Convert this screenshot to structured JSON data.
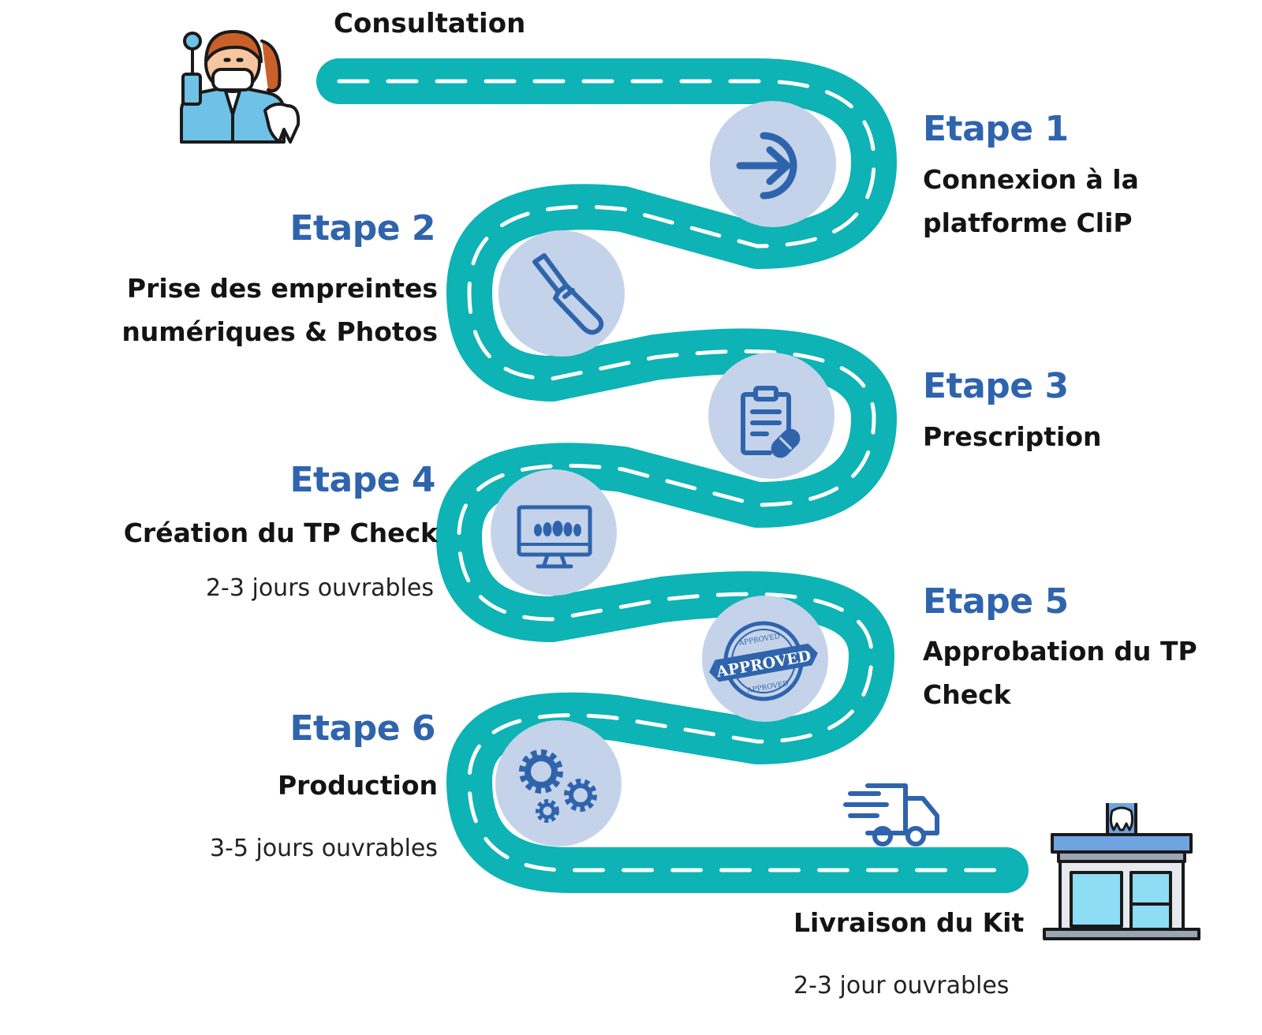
{
  "start": {
    "label": "Consultation"
  },
  "steps": [
    {
      "title": "Etape 1",
      "lines": [
        "Connexion à la",
        "platforme CliP"
      ],
      "duration": "",
      "icon": "login-arrow-icon"
    },
    {
      "title": "Etape 2",
      "lines": [
        "Prise des empreintes",
        "numériques & Photos"
      ],
      "duration": "",
      "icon": "intraoral-scanner-icon"
    },
    {
      "title": "Etape 3",
      "lines": [
        "Prescription"
      ],
      "duration": "",
      "icon": "prescription-clipboard-icon"
    },
    {
      "title": "Etape 4",
      "lines": [
        "Création du TP Check"
      ],
      "duration": "2-3 jours ouvrables",
      "icon": "monitor-teeth-icon"
    },
    {
      "title": "Etape 5",
      "lines": [
        "Approbation du TP",
        "Check"
      ],
      "duration": "",
      "icon": "approved-stamp-icon"
    },
    {
      "title": "Etape 6",
      "lines": [
        "Production"
      ],
      "duration": "3-5 jours ouvrables",
      "icon": "gears-icon"
    }
  ],
  "end": {
    "label": "Livraison du Kit",
    "duration": "2-3 jour ouvrables"
  },
  "stamp": {
    "main": "APPROVED",
    "ring": "APPROVED"
  },
  "colors": {
    "road": "#0db3b5",
    "road_edge": "#0a9fa1",
    "accent": "#2f64ad",
    "circle": "#c4d3ea",
    "text": "#141414"
  }
}
